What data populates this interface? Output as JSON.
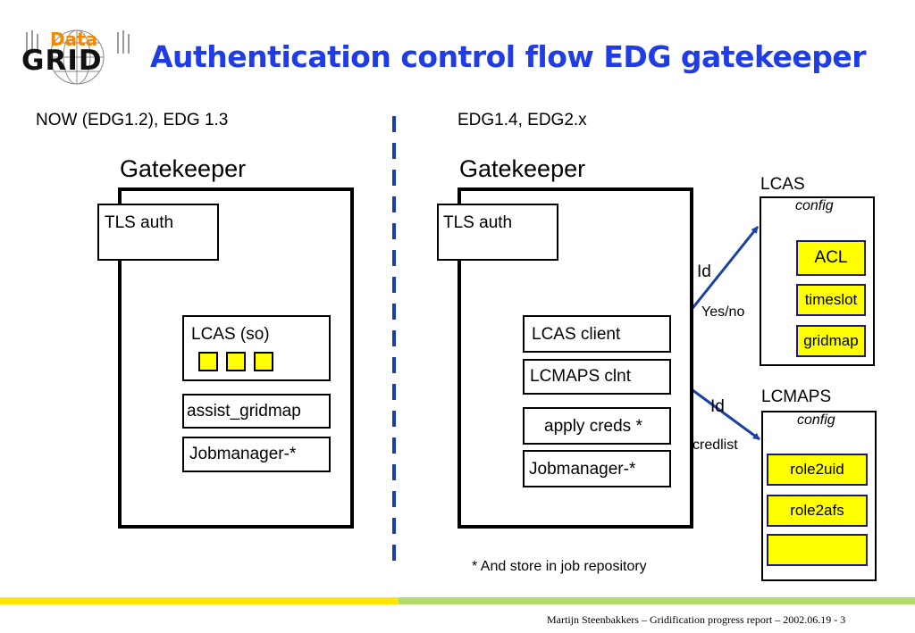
{
  "logo": {
    "top_word": "Data",
    "bottom_word": "GRID"
  },
  "title": "Authentication control flow EDG gatekeeper",
  "left": {
    "heading": "NOW (EDG1.2), EDG 1.3",
    "gatekeeper": "Gatekeeper",
    "tls": "TLS auth",
    "lcas": "LCAS (so)",
    "assist": "assist_gridmap",
    "jobmanager": "Jobmanager-*"
  },
  "right": {
    "heading": "EDG1.4, EDG2.x",
    "gatekeeper": "Gatekeeper",
    "tls": "TLS auth",
    "lcas_client": "LCAS client",
    "lcmaps_client": "LCMAPS clnt",
    "apply": "apply creds *",
    "jobmanager": "Jobmanager-*",
    "note": "* And store in job repository"
  },
  "lcas": {
    "title": "LCAS",
    "config": "config",
    "items": [
      "ACL",
      "timeslot",
      "gridmap"
    ],
    "id_label": "Id",
    "reply_label": "Yes/no"
  },
  "lcmaps": {
    "title": "LCMAPS",
    "config": "config",
    "items": [
      "role2uid",
      "role2afs",
      ""
    ],
    "id_label": "Id",
    "reply_label": "credlist"
  },
  "footer": {
    "text": "Martijn Steenbakkers – Gridification progress report   – 2002.06.19  -  3"
  },
  "colors": {
    "title": "#1f3ce6",
    "arrow": "#1a3fa8",
    "divider": "#1a3fa8",
    "highlight": "#ffff00",
    "footer_yellow": "#ffe600",
    "footer_green": "#b5d96a"
  }
}
